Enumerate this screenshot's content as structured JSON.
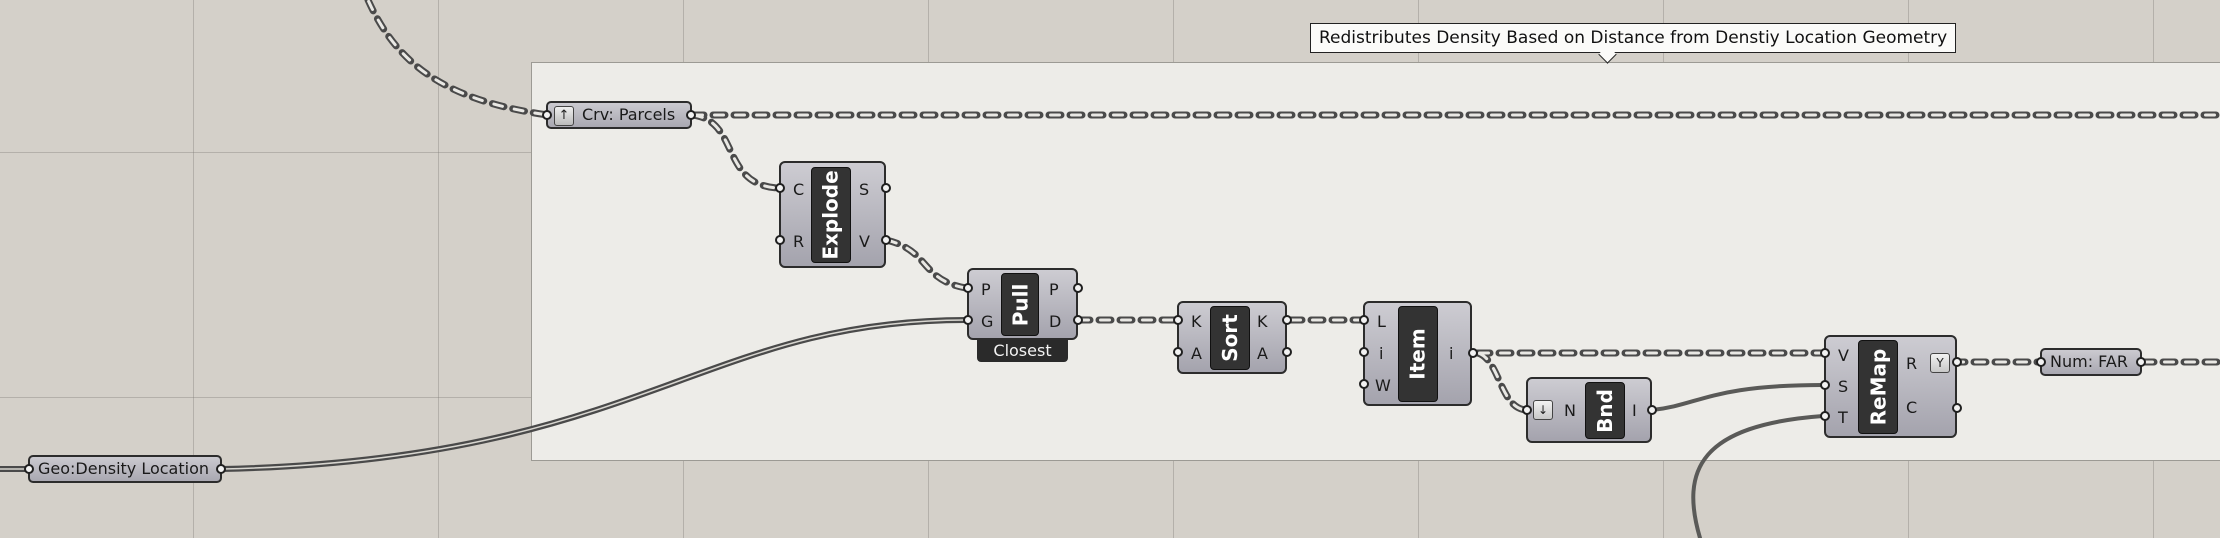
{
  "group_note": "Redistributes Density Based on Distance from Denstiy Location Geometry",
  "params": {
    "parcels": {
      "label": "Crv: Parcels",
      "icon": "arrow-up-icon"
    },
    "density_location": {
      "label": "Geo:Density Location"
    },
    "far": {
      "label": "Num: FAR"
    }
  },
  "components": {
    "explode": {
      "title": "Explode",
      "inputs": [
        "C",
        "R"
      ],
      "outputs": [
        "S",
        "V"
      ]
    },
    "pull": {
      "title": "Pull",
      "inputs": [
        "P",
        "G"
      ],
      "outputs": [
        "P",
        "D"
      ],
      "sublabel": "Closest"
    },
    "sort": {
      "title": "Sort",
      "inputs": [
        "K",
        "A"
      ],
      "outputs": [
        "K",
        "A"
      ]
    },
    "item": {
      "title": "Item",
      "inputs": [
        "L",
        "i",
        "W"
      ],
      "outputs": [
        "i"
      ]
    },
    "bnd": {
      "title": "Bnd",
      "inputs": [
        "N"
      ],
      "outputs": [
        "I"
      ],
      "icon": "arrow-down-icon"
    },
    "remap": {
      "title": "ReMap",
      "inputs": [
        "V",
        "S",
        "T"
      ],
      "outputs": [
        "R",
        "C"
      ],
      "icon": "graft-y-icon"
    }
  },
  "colors": {
    "canvas": "#d4d0c9",
    "group": "#edece8",
    "wire": "#5a5a58"
  }
}
